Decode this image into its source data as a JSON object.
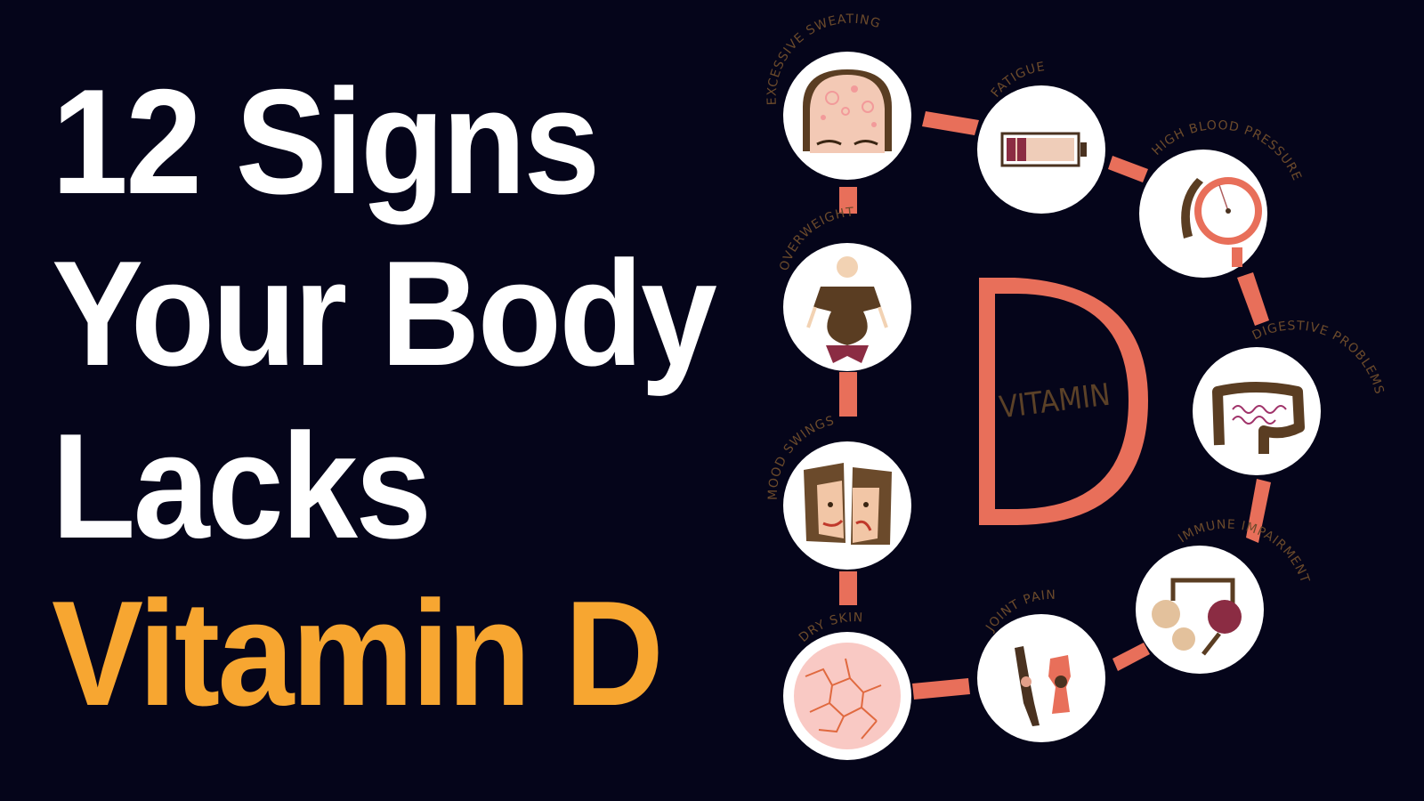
{
  "headline": {
    "line1": "12 Signs",
    "line2": "Your Body",
    "line3": "Lacks",
    "line4": "Vitamin D"
  },
  "center": {
    "letter": "D",
    "label": "VITAMIN"
  },
  "signs": [
    {
      "label": "EXCESSIVE SWEATING",
      "icon": "sweating-face-icon"
    },
    {
      "label": "FATIGUE",
      "icon": "low-battery-icon"
    },
    {
      "label": "HIGH BLOOD PRESSURE",
      "icon": "blood-pressure-gauge-icon"
    },
    {
      "label": "OVERWEIGHT",
      "icon": "overweight-person-icon"
    },
    {
      "label": "DIGESTIVE PROBLEMS",
      "icon": "intestines-icon"
    },
    {
      "label": "MOOD SWINGS",
      "icon": "split-face-icon"
    },
    {
      "label": "IMMUNE IMPAIRMENT",
      "icon": "immune-cells-icon"
    },
    {
      "label": "DRY SKIN",
      "icon": "cracked-skin-icon"
    },
    {
      "label": "JOINT PAIN",
      "icon": "knee-joint-icon"
    }
  ],
  "colors": {
    "background": "#05051a",
    "headline_white": "#ffffff",
    "headline_accent": "#f7a631",
    "connector": "#e86f5a",
    "label_brown": "#6b4a2b",
    "circle_fill": "#ffffff"
  }
}
